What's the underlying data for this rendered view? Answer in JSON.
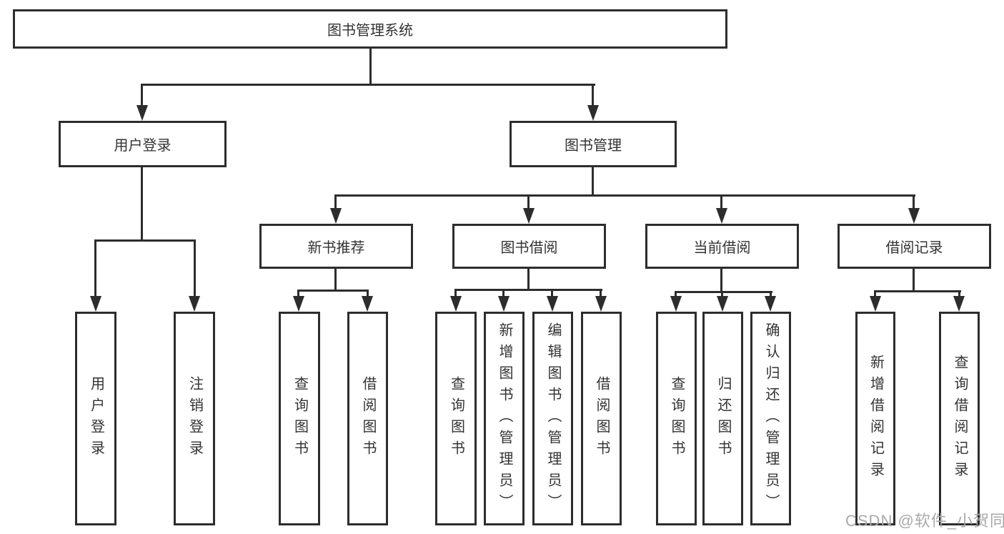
{
  "tree": {
    "label": "图书管理系统",
    "children": [
      {
        "label": "用户登录",
        "children": [
          {
            "label": "用户登录"
          },
          {
            "label": "注销登录"
          }
        ]
      },
      {
        "label": "图书管理",
        "children": [
          {
            "label": "新书推荐",
            "children": [
              {
                "label": "查询图书"
              },
              {
                "label": "借阅图书"
              }
            ]
          },
          {
            "label": "图书借阅",
            "children": [
              {
                "label": "查询图书"
              },
              {
                "label": "新增图书（管理员）"
              },
              {
                "label": "编辑图书（管理员）"
              },
              {
                "label": "借阅图书"
              }
            ]
          },
          {
            "label": "当前借阅",
            "children": [
              {
                "label": "查询图书"
              },
              {
                "label": "归还图书"
              },
              {
                "label": "确认归还（管理员）"
              }
            ]
          },
          {
            "label": "借阅记录",
            "children": [
              {
                "label": "新增借阅记录"
              },
              {
                "label": "查询借阅记录"
              }
            ]
          }
        ]
      }
    ]
  },
  "watermark": {
    "text": "CSDN @软件_小贺同学"
  },
  "colors": {
    "line": "#2d2d2d",
    "text": "#333333",
    "watermark": "#a9a9a9",
    "background": "#ffffff"
  }
}
